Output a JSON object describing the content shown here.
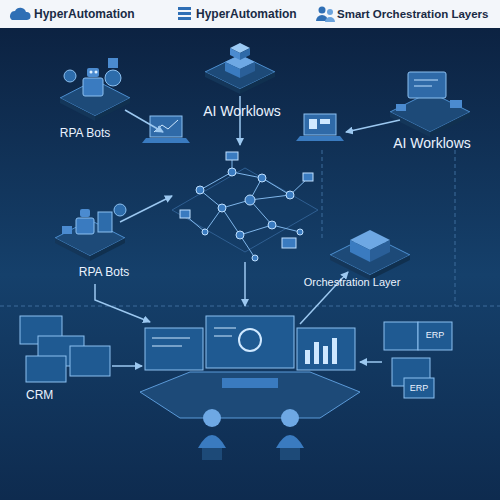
{
  "diagram": {
    "labels": [
      "HyperAutomation",
      "HyperAutomation",
      "Smart Orchestration Layers",
      "AI Worklows",
      "RPA Bots",
      "AI Worklows",
      "RPA Bots",
      "Orchestration Layer",
      "CRM",
      "ERP",
      "ERP"
    ]
  }
}
